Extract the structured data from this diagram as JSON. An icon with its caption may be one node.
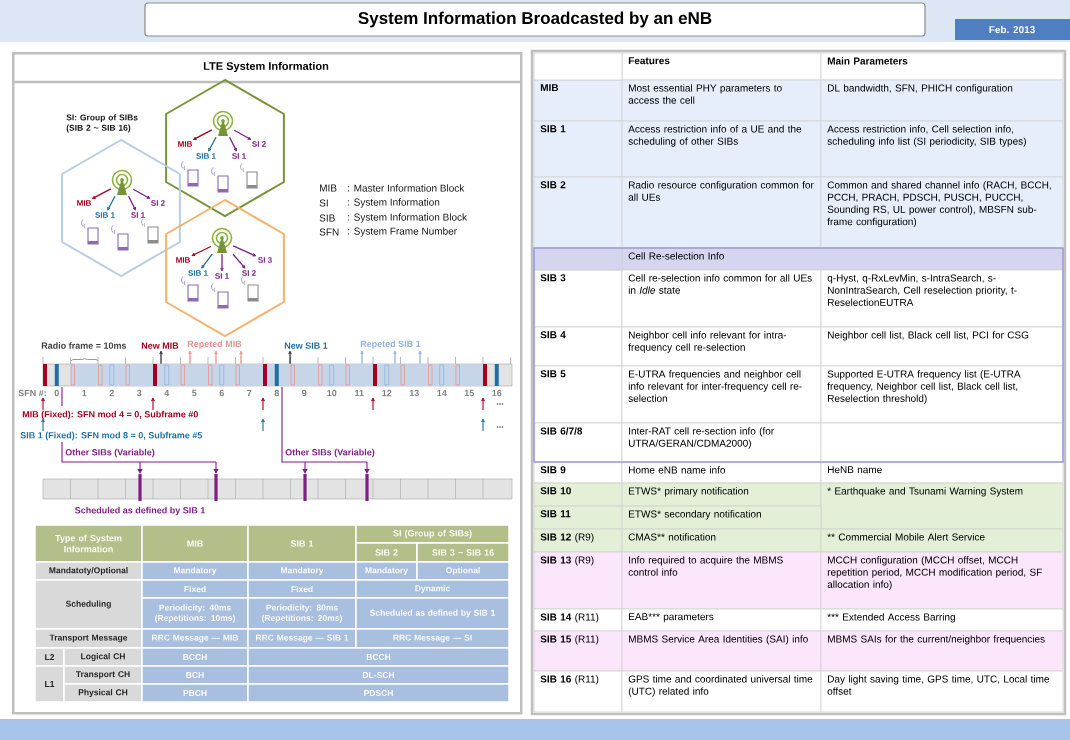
{
  "diagram": {
    "title": "System Information Broadcasted by an eNB",
    "nodes": [
      {
        "text": [
          "LTE System Information"
        ]
      },
      {
        "text": [],
        "shape": "hexagon",
        "in": 0
      },
      {
        "text": [],
        "shape": "hexagon",
        "in": 0
      },
      {
        "text": [],
        "shape": "hexagon",
        "in": 0
      },
      {
        "text": [],
        "shape": "antenna",
        "in": 1
      },
      {
        "text": [
          "MIB"
        ],
        "in": 1
      },
      {
        "text": [
          "SIB 1"
        ],
        "in": 1
      },
      {
        "text": [
          "SI 1"
        ],
        "in": 1
      },
      {
        "text": [
          "SI 2"
        ],
        "in": 1
      },
      {
        "text": [],
        "shape": "antenna",
        "in": 2
      },
      {
        "text": [
          "MIB"
        ],
        "in": 2
      },
      {
        "text": [
          "SIB 1"
        ],
        "in": 2
      },
      {
        "text": [
          "SI 1"
        ],
        "in": 2
      },
      {
        "text": [
          "SI 2"
        ],
        "in": 2
      },
      {
        "text": [],
        "shape": "antenna",
        "in": 3
      },
      {
        "text": [
          "MIB"
        ],
        "in": 3
      },
      {
        "text": [
          "SIB 1"
        ],
        "in": 3
      },
      {
        "text": [
          "SI 1"
        ],
        "in": 3
      },
      {
        "text": [
          "SI 2"
        ],
        "in": 3
      },
      {
        "text": [
          "SI 3"
        ],
        "in": 3
      },
      {
        "text": [
          "New MIB"
        ],
        "in": 0
      },
      {
        "text": [
          "Repeted MIB"
        ],
        "in": 0
      },
      {
        "text": [
          "New SIB 1"
        ],
        "in": 0
      },
      {
        "text": [
          "Repeted SIB 1"
        ],
        "in": 0
      },
      {
        "text": [],
        "shape": "bar",
        "in": 0
      }
    ],
    "edges": [
      {
        "from": 4,
        "to": 5,
        "arrow": "to",
        "color": "#a50021"
      },
      {
        "from": 4,
        "to": 6,
        "arrow": "to",
        "color": "#1f6fa5"
      },
      {
        "from": 4,
        "to": 7,
        "arrow": "to"
      },
      {
        "from": 4,
        "to": 8,
        "arrow": "to"
      },
      {
        "from": 9,
        "to": 10,
        "arrow": "to",
        "color": "#a50021"
      },
      {
        "from": 9,
        "to": 11,
        "arrow": "to",
        "color": "#1f6fa5"
      },
      {
        "from": 9,
        "to": 12,
        "arrow": "to"
      },
      {
        "from": 9,
        "to": 13,
        "arrow": "to"
      },
      {
        "from": 14,
        "to": 15,
        "arrow": "to",
        "color": "#a50021"
      },
      {
        "from": 14,
        "to": 16,
        "arrow": "to",
        "color": "#1f6fa5"
      },
      {
        "from": 14,
        "to": 17,
        "arrow": "to"
      },
      {
        "from": 14,
        "to": 18,
        "arrow": "to"
      },
      {
        "from": 14,
        "to": 19,
        "arrow": "to"
      },
      {
        "from": 24,
        "to": 20,
        "arrow": "to",
        "color": "#333333"
      },
      {
        "from": 24,
        "to": 21,
        "arrow": "to",
        "color": "#e8928e"
      },
      {
        "from": 24,
        "to": 21,
        "arrow": "to",
        "color": "#e8928e"
      },
      {
        "from": 24,
        "to": 21,
        "arrow": "to",
        "color": "#e8928e"
      },
      {
        "from": 24,
        "to": 22,
        "arrow": "to",
        "color": "#333333"
      },
      {
        "from": 24,
        "to": 23,
        "arrow": "to",
        "color": "#8eb4e3"
      },
      {
        "from": 24,
        "to": 23,
        "arrow": "to",
        "color": "#8eb4e3"
      },
      {
        "from": 24,
        "to": 23,
        "arrow": "to",
        "color": "#8eb4e3"
      }
    ],
    "labels": [
      "Feb. 2013",
      "SI: Group of SIBs (SIB 2 ~ SIB 16)",
      "MIB",
      ": Master Information Block",
      "SI",
      ": System Information",
      "SIB",
      ": System Information Block",
      "SFN",
      ": System Frame Number",
      "Radio frame = 10ms",
      "SFN #:",
      "0",
      "1",
      "2",
      "3",
      "4",
      "5",
      "6",
      "7",
      "8",
      "9",
      "10",
      "11",
      "12",
      "13",
      "14",
      "15",
      "16",
      "MIB (Fixed): SFN mod 4 = 0, Subframe #0",
      "...",
      "SIB 1 (Fixed): SFN mod 8 = 0, Subframe #5",
      "...",
      "Other SIBs (Variable)",
      "Other SIBs (Variable)",
      "Scheduled as defined by SIB 1",
      "Type of System Information",
      "MIB",
      "SIB 1",
      "SI (Group of SIBs)",
      "SIB 2",
      "SIB 3 ~ SIB 16",
      "Mandatoty/Optional",
      "Mandatory",
      "Mandatory",
      "Mandatory",
      "Optional",
      "Scheduling",
      "Fixed",
      "Fixed",
      "Dynamic",
      "Periodicity: 40ms (Repetitions: 10ms)",
      "Periodicity: 80ms (Repetitions: 20ms)",
      "Scheduled as defined by SIB 1",
      "Transport Message",
      "RRC Message — MIB",
      "RRC Message — SIB 1",
      "RRC Message — SI",
      "L2",
      "Logical CH",
      "BCCH",
      "BCCH",
      "L1",
      "Transport CH",
      "BCH",
      "DL-SCH",
      "Physical CH",
      "PBCH",
      "PDSCH",
      "Features",
      "Main Parameters",
      "MIB",
      "Most essential PHY parameters to access the cell",
      "DL bandwidth, SFN, PHICH configuration",
      "SIB 1",
      "Access restriction info of a UE and the scheduling of other SIBs",
      "Access restriction info, Cell selection info, scheduling info list (SI periodicity, SIB types)",
      "SIB 2",
      "Radio resource configuration common for all UEs",
      "Common and shared channel info (RACH, BCCH, PCCH, PRACH, PDSCH, PUSCH, PUCCH, Sounding RS, UL power control), MBSFN sub-frame configuration)",
      "Cell Re-selection Info",
      "SIB 3",
      "Cell re-selection info common for all UEs in *Idle* state",
      "q-Hyst, q-RxLevMin, s-IntraSearch, s-NonIntraSearch, Cell reselection priority, t-ReselectionEUTRA",
      "SIB 4",
      "Neighbor cell info relevant for intra-frequency cell re-selection",
      "Neighbor cell list, Black cell list, PCI for CSG",
      "SIB 5",
      "E-UTRA frequencies and neighbor cell info relevant for inter-frequency cell re-selection",
      "Supported E-UTRA frequency list (E-UTRA frequency, Neighbor cell list, Black cell list, Reselection threshold)",
      "SIB 6/7/8",
      "Inter-RAT cell re-section info (for UTRA/GERAN/CDMA2000)",
      "SIB 9",
      "Home eNB name info",
      "HeNB name",
      "SIB 10",
      "ETWS* primary notification",
      "* Earthquake and Tsunami Warning System",
      "SIB 11",
      "ETWS* secondary notification",
      "**SIB 12** (R9)",
      "CMAS** notification",
      "** Commercial Mobile Alert Service",
      "**SIB 13** (R9)",
      "Info required to acquire the MBMS control info",
      "MCCH configuration (MCCH offset, MCCH repetition period, MCCH modification period, SF allocation info)",
      "**SIB 14** (R11)",
      "EAB*** parameters",
      "*** Extended Access Barring",
      "**SIB 15** (R11)",
      "MBMS Service Area Identities (SAI) info",
      "MBMS SAIs for the current/neighbor frequencies",
      "**SIB 16** (R11)",
      "GPS time and coordinated universal time (UTC) related info",
      "Day light saving time, GPS time, UTC, Local time offset"
    ]
  }
}
